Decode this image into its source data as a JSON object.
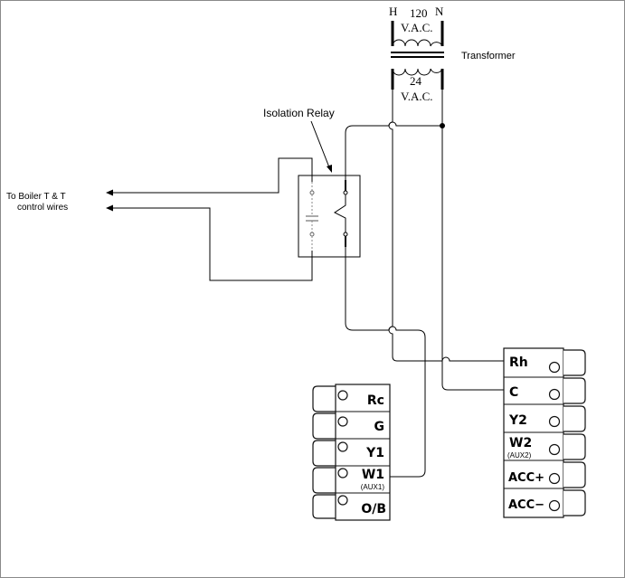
{
  "transformer": {
    "hot_label": "H",
    "neutral_label": "N",
    "primary_voltage": "120",
    "primary_unit": "V.A.C.",
    "secondary_voltage": "24",
    "secondary_unit": "V.A.C.",
    "label": "Transformer"
  },
  "relay": {
    "label": "Isolation Relay"
  },
  "boiler": {
    "line1": "To Boiler T & T",
    "line2": "control wires"
  },
  "left_block": {
    "terminals": [
      {
        "main": "Rc",
        "sub": ""
      },
      {
        "main": "G",
        "sub": ""
      },
      {
        "main": "Y1",
        "sub": ""
      },
      {
        "main": "W1",
        "sub": "(AUX1)"
      },
      {
        "main": "O/B",
        "sub": ""
      }
    ]
  },
  "right_block": {
    "terminals": [
      {
        "main": "Rh",
        "sub": ""
      },
      {
        "main": "C",
        "sub": ""
      },
      {
        "main": "Y2",
        "sub": ""
      },
      {
        "main": "W2",
        "sub": "(AUX2)"
      },
      {
        "main": "ACC+",
        "sub": ""
      },
      {
        "main": "ACC−",
        "sub": ""
      }
    ]
  }
}
